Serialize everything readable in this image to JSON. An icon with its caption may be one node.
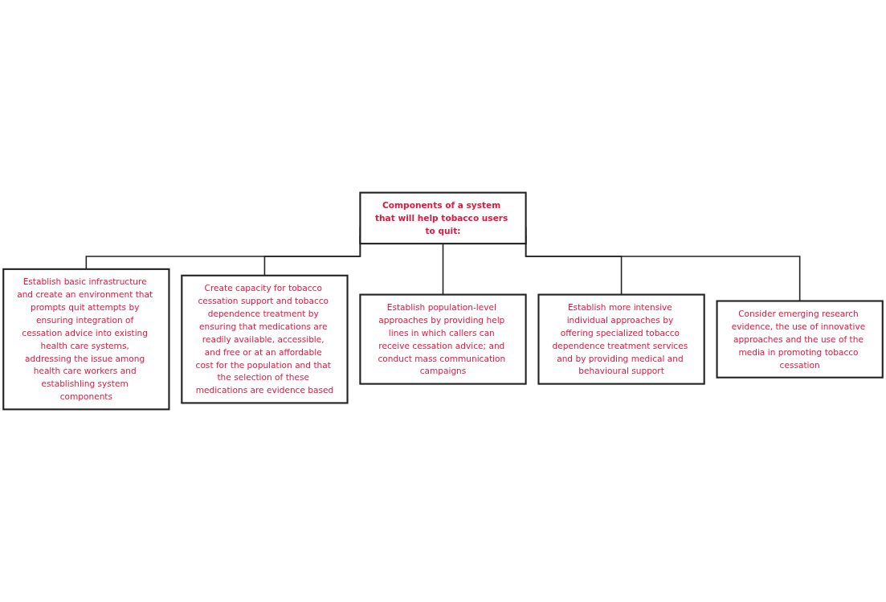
{
  "diagram": {
    "nodes": [
      {
        "text": [
          "Components of a system that will help tobacco users to quit:"
        ]
      },
      {
        "text": [
          "Establish basic infrastructure and create an environment that prompts quit attempts by ensuring integration of cessation advice into existing health care systems, addressing the issue among health care workers and establishling system components"
        ]
      },
      {
        "text": [
          "Create capacity for tobacco cessation support and tobacco dependence treatment by ensuring that medications are readily available, accessible, and free or at an affordable cost for the population and that the selection of these medications are evidence based"
        ]
      },
      {
        "text": [
          "Establish population-level approaches by providing help lines in which callers can receive cessation advice; and conduct mass communication campaigns"
        ]
      },
      {
        "text": [
          "Establish more intensive individual approaches by offering specialized tobacco dependence treatment services and by providing medical and behavioural support"
        ]
      },
      {
        "text": [
          "Consider emerging research evidence, the use of innovative approaches and the use of the media in promoting tobacco cessation"
        ]
      }
    ],
    "edges": [
      {
        "from": 0,
        "to": 1,
        "arrow": "none"
      },
      {
        "from": 0,
        "to": 2,
        "arrow": "none"
      },
      {
        "from": 0,
        "to": 3,
        "arrow": "none"
      },
      {
        "from": 0,
        "to": 4,
        "arrow": "none"
      },
      {
        "from": 0,
        "to": 5,
        "arrow": "none"
      }
    ]
  }
}
